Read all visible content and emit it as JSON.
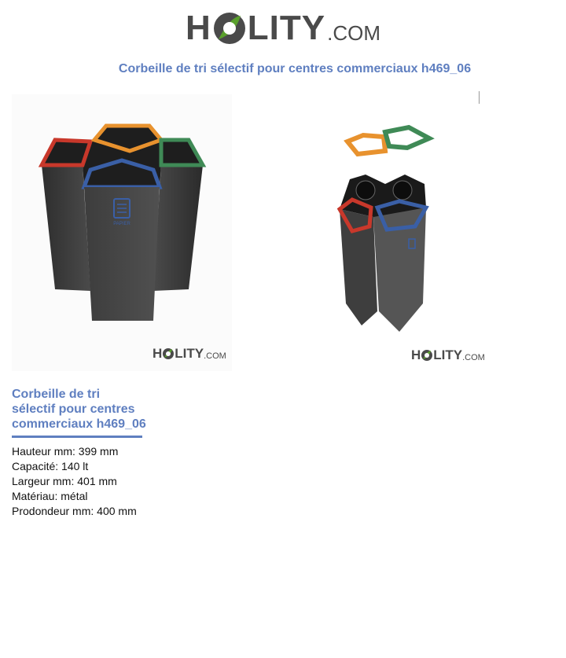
{
  "header": {
    "logo_left": "H",
    "logo_right": "LITY",
    "logo_suffix": ".COM",
    "title": "Corbeille de tri sélectif pour centres commerciaux h469_06"
  },
  "images": {
    "left": {
      "label": "PAPIER",
      "logo_left": "H",
      "logo_right": "LITY",
      "logo_suffix": ".COM"
    },
    "right": {
      "logo_left": "H",
      "logo_right": "LITY",
      "logo_suffix": ".COM"
    }
  },
  "product": {
    "title_lines": [
      "Corbeille de tri",
      "sélectif pour centres",
      "commerciaux h469_06"
    ],
    "specs": [
      "Hauteur mm: 399 mm",
      "Capacité: 140 lt",
      "Largeur mm: 401 mm",
      "Matériau: métal",
      "Prodondeur mm: 400 mm"
    ]
  },
  "colors": {
    "brand_blue": "#5f7fc0",
    "logo_gray": "#4a4a4a",
    "logo_green": "#5aa02c",
    "bin_red": "#c8382b",
    "bin_orange": "#e8922e",
    "bin_green": "#3f8a56",
    "bin_blue": "#3a5fa6",
    "bin_body": "#3a3a3a"
  }
}
